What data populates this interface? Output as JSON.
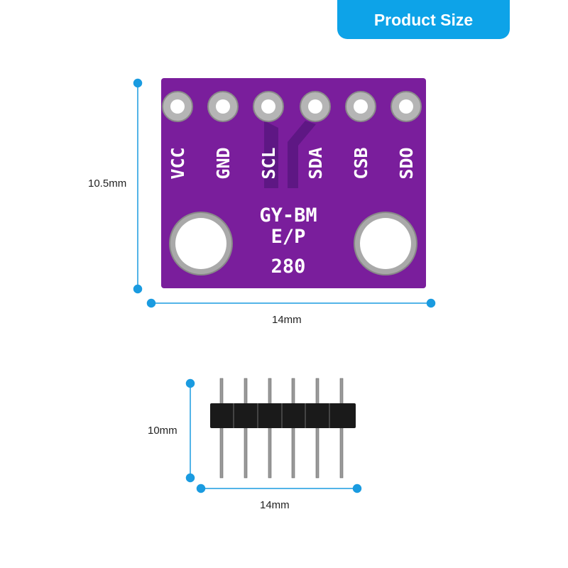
{
  "banner": {
    "title": "Product Size"
  },
  "board": {
    "pins": [
      "VCC",
      "GND",
      "SCL",
      "SDA",
      "CSB",
      "SDO"
    ],
    "model_line1": "GY-BM",
    "model_line2": "E/P",
    "model_line3": "280"
  },
  "dimensions": {
    "board_height": "10.5mm",
    "board_width": "14mm",
    "header_height": "10mm",
    "header_width": "14mm"
  },
  "colors": {
    "accent": "#0da3e8",
    "pcb": "#7a1e9c"
  }
}
